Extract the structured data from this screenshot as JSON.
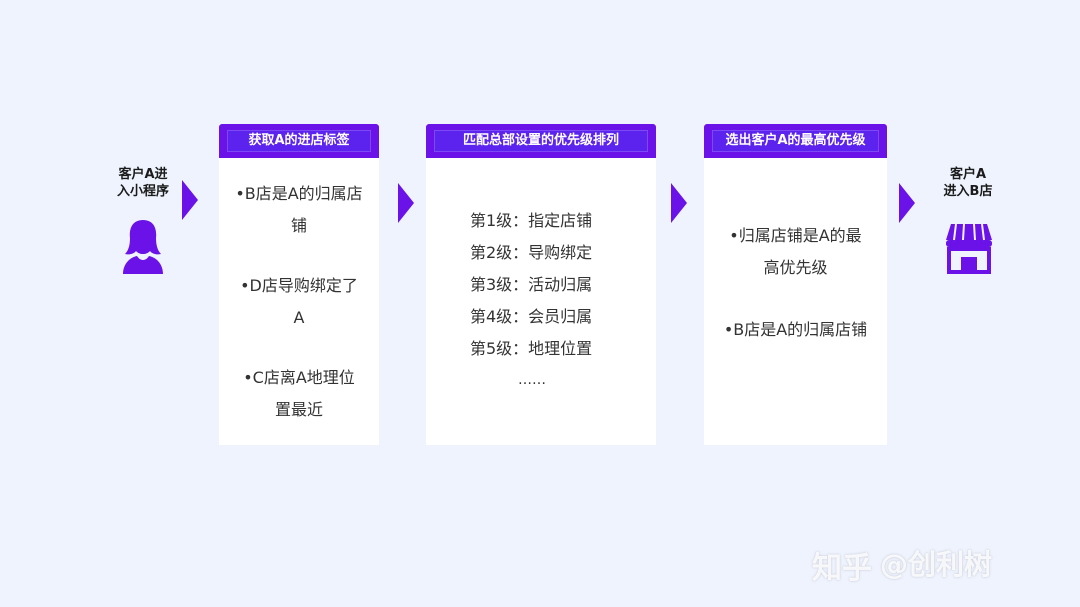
{
  "start": {
    "label": "客户A进\n入小程序",
    "icon": "person-icon"
  },
  "end": {
    "label": "客户A\n进入B店",
    "icon": "store-icon"
  },
  "steps": [
    {
      "title": "获取A的进店标签",
      "bullets": [
        "•B店是A的归属店\n铺",
        "•D店导购绑定了\nA",
        "•C店离A地理位\n置最近"
      ]
    },
    {
      "title": "匹配总部设置的优先级排列",
      "levels": [
        "第1级：指定店铺",
        "第2级：导购绑定",
        "第3级：活动归属",
        "第4级：会员归属",
        "第5级：地理位置"
      ],
      "ellipsis": "……"
    },
    {
      "title": "选出客户A的最高优先级",
      "bullets": [
        "•归属店铺是A的最\n高优先级",
        "•B店是A的归属店铺"
      ]
    }
  ],
  "watermark": {
    "left": "知乎",
    "right": "@创利树"
  },
  "colors": {
    "accent": "#6a12e8",
    "background": "#eef3fd",
    "card": "#ffffff"
  }
}
